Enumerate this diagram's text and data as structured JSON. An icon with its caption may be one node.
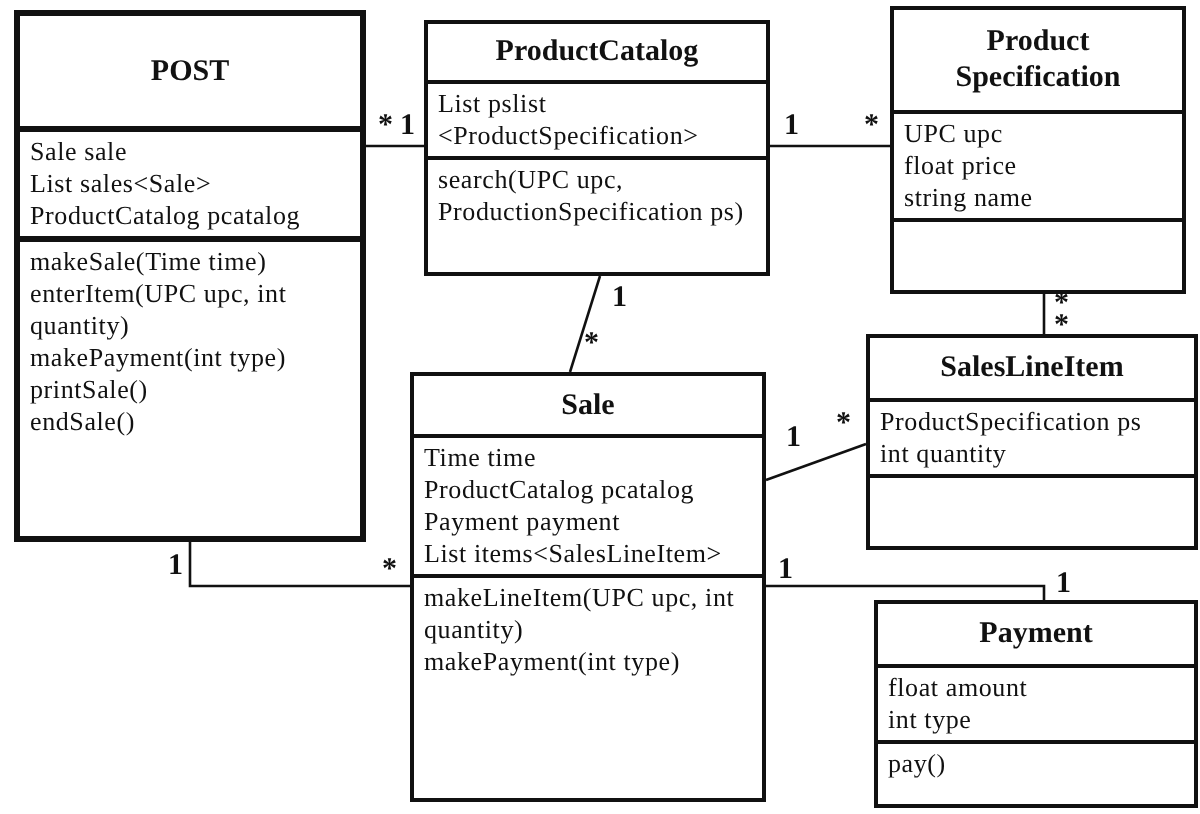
{
  "diagram": {
    "nodes": [
      {
        "text": [
          "POST",
          "Sale sale",
          "List sales<Sale>",
          "ProductCatalog pcatalog",
          "makeSale(Time time)",
          "enterItem(UPC upc, int quantity)",
          "makePayment(int type)",
          "printSale()",
          "endSale()"
        ]
      },
      {
        "text": [
          "ProductCatalog",
          "List pslist <ProductSpecification>",
          "search(UPC upc, ProductionSpecification ps)"
        ]
      },
      {
        "text": [
          "Product Specification",
          "UPC upc",
          "float price",
          "string name"
        ]
      },
      {
        "text": [
          "SalesLineItem",
          "ProductSpecification ps",
          "int quantity"
        ]
      },
      {
        "text": [
          "Sale",
          "Time time",
          "ProductCatalog pcatalog",
          "Payment payment",
          "List items<SalesLineItem>",
          "makeLineItem(UPC upc, int quantity)",
          "makePayment(int type)"
        ]
      },
      {
        "text": [
          "Payment",
          "float amount",
          "int type",
          "pay()"
        ]
      }
    ],
    "edges": [
      {
        "from": 0,
        "to": 1,
        "arrow": "none"
      },
      {
        "from": 1,
        "to": 2,
        "arrow": "none"
      },
      {
        "from": 1,
        "to": 4,
        "arrow": "none"
      },
      {
        "from": 2,
        "to": 3,
        "arrow": "none"
      },
      {
        "from": 4,
        "to": 3,
        "arrow": "none"
      },
      {
        "from": 0,
        "to": 4,
        "arrow": "none"
      },
      {
        "from": 4,
        "to": 5,
        "arrow": "none"
      }
    ],
    "labels": [
      "*",
      "1",
      "1",
      "*",
      "1",
      "*",
      "*",
      "*",
      "1",
      "*",
      "1",
      "*",
      "1",
      "1"
    ]
  }
}
